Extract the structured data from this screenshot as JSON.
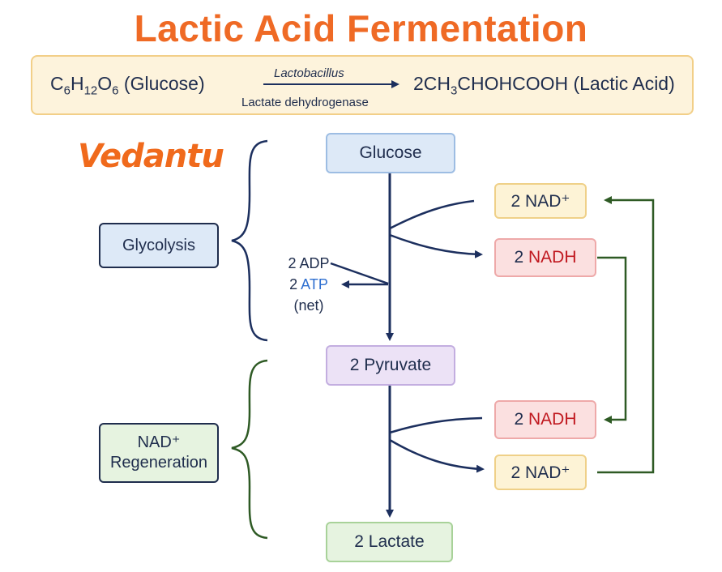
{
  "title": "Lactic Acid Fermentation",
  "equation": {
    "reactant_text": "(Glucose)",
    "enzyme_above": "Lactobacillus",
    "enzyme_below": "Lactate dehydrogenase",
    "product_text": "(Lactic Acid)"
  },
  "logo": "Vedantu",
  "pathway": {
    "glucose": "Glucose",
    "pyruvate": "2 Pyruvate",
    "lactate": "2 Lactate"
  },
  "stages": {
    "glycolysis": "Glycolysis",
    "regeneration_line1": "NAD⁺",
    "regeneration_line2": "Regeneration"
  },
  "cofactors": {
    "nad_top_prefix": "2 NAD⁺",
    "nadh_top_prefix": "2",
    "nadh_top_name": "NADH",
    "nadh_bottom_prefix": "2",
    "nadh_bottom_name": "NADH",
    "nad_bottom_prefix": "2 NAD⁺"
  },
  "energy": {
    "adp": "2 ADP",
    "atp_prefix": "2",
    "atp_name": "ATP",
    "net": "(net)"
  },
  "colors": {
    "title": "#ef6a25",
    "arrow": "#1c2f5e",
    "brace_top": "#1c2f5e",
    "brace_bottom": "#2e5a24",
    "loop": "#2e5a24"
  }
}
